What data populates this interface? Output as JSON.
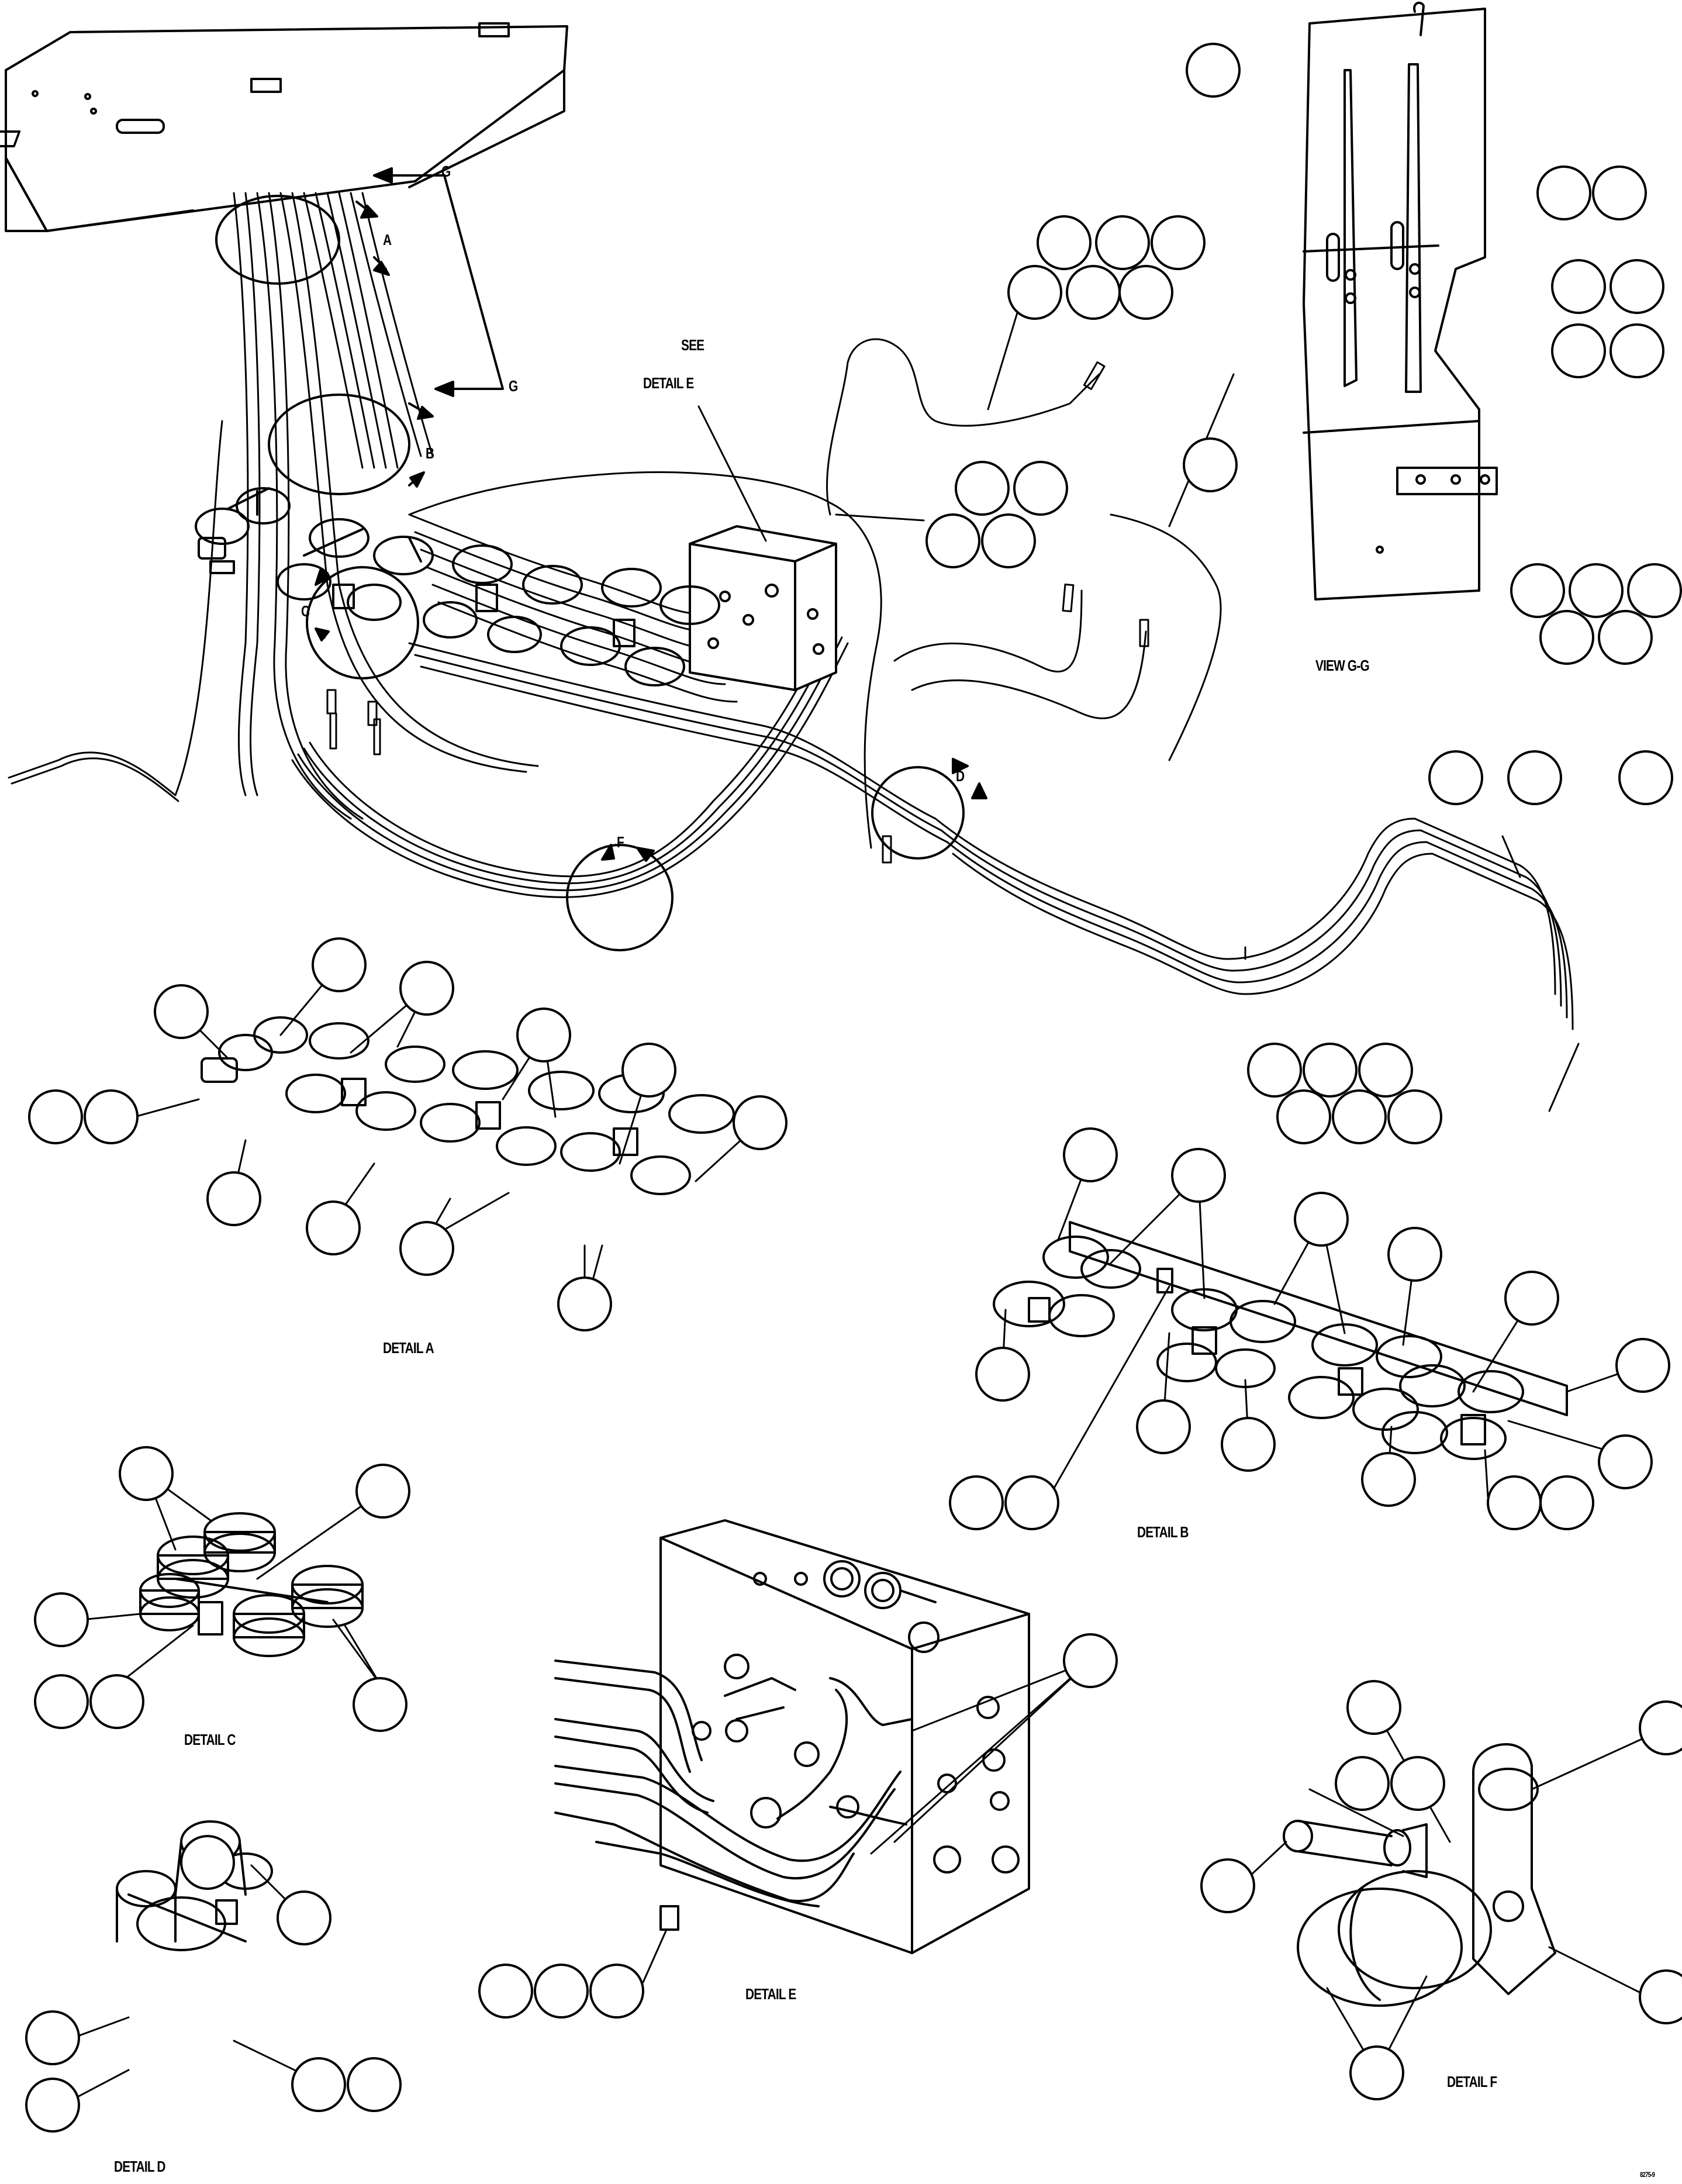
{
  "labels": {
    "g_top": "G",
    "g_bottom": "G",
    "a": "A",
    "b": "B",
    "c": "C",
    "d": "D",
    "f": "F",
    "see": "SEE",
    "detail_e_ref": "DETAIL E",
    "view_gg": "VIEW G-G",
    "detail_a": "DETAIL A",
    "detail_b": "DETAIL B",
    "detail_c": "DETAIL C",
    "detail_d": "DETAIL D",
    "detail_e": "DETAIL E",
    "detail_f": "DETAIL F",
    "figure_id": "8275-9"
  }
}
